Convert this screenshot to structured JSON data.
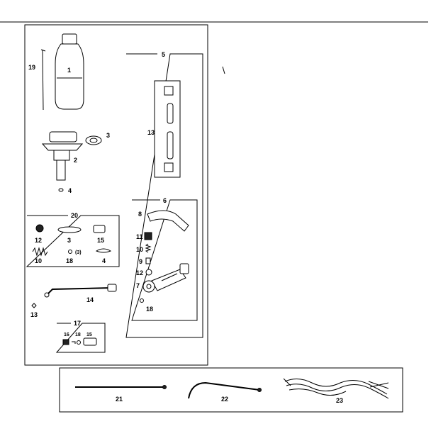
{
  "callouts": {
    "p19": "19",
    "p1": "1",
    "p3": "3",
    "p2": "2",
    "p4": "4",
    "g5": "5",
    "p13": "13",
    "g20": "20",
    "k12": "12",
    "k3": "3",
    "k15": "15",
    "k10": "10",
    "k18": "18",
    "k18qty": "(3)",
    "k4": "4",
    "p13b": "13",
    "p14": "14",
    "g17": "17",
    "s16": "16",
    "s18": "18",
    "s15": "15",
    "g6": "6",
    "n8": "8",
    "n11": "11",
    "n10": "10",
    "n9": "9",
    "n12": "12",
    "n7": "7",
    "n18": "18",
    "p21": "21",
    "p22": "22",
    "p23": "23"
  },
  "colors": {
    "line": "#000000",
    "background": "#ffffff"
  }
}
